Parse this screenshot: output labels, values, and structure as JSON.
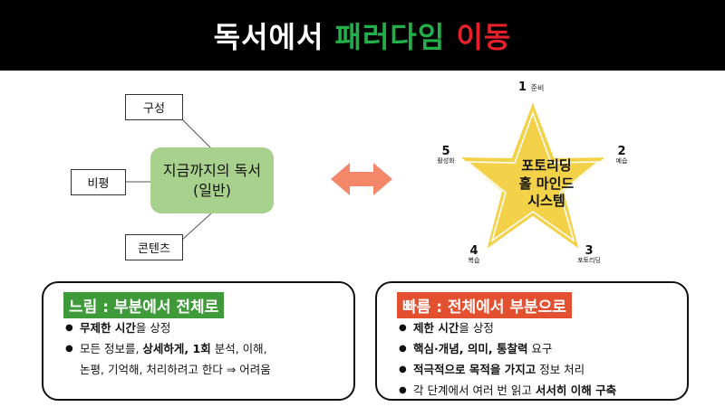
{
  "header": {
    "title_part1": "독서에서",
    "title_part2": "패러다임",
    "title_part3": "이동",
    "colors": {
      "background": "#000000",
      "part1": "#ffffff",
      "part2": "#22b04a",
      "part3": "#e8202a"
    }
  },
  "left_diagram": {
    "center_line1": "지금까지의 독서",
    "center_line2": "(일반)",
    "nodes": [
      "구성",
      "비평",
      "콘텐츠"
    ],
    "colors": {
      "center": "#a9d18e"
    }
  },
  "arrow": {
    "color": "#f4876a"
  },
  "star_diagram": {
    "center_line1": "포토리딩",
    "center_line2": "홀 마인드",
    "center_line3": "시스템",
    "points": [
      {
        "num": "1",
        "label": "준비"
      },
      {
        "num": "2",
        "label": "예습"
      },
      {
        "num": "3",
        "label": "포토리딩"
      },
      {
        "num": "4",
        "label": "복습"
      },
      {
        "num": "5",
        "label": "활성화"
      }
    ],
    "colors": {
      "star": "#f3d24a",
      "border": "#ffffff"
    }
  },
  "left_panel": {
    "heading": "느림 : 부분에서 전체로",
    "b1_bold": "무제한 시간",
    "b1_rest": "을 상정",
    "b2_a": "모든 정보를, ",
    "b2_bold": "상세하게, 1회",
    "b2_rest": " 분석, 이해,",
    "b2_line2": "논평, 기억해, 처리하려고 한다 ⇒ 어려움",
    "colors": {
      "heading_bg": "#3f9b3a"
    }
  },
  "right_panel": {
    "heading": "빠름 : 전체에서 부분으로",
    "b1_bold": "제한 시간",
    "b1_rest": "을 상정",
    "b2_bold": "핵심·개념, 의미, 통찰력",
    "b2_rest": " 요구",
    "b3_bold": "적극적으로 목적을 가지고",
    "b3_rest": " 정보 처리",
    "b4_a": "각 단계에서 여러 번 읽고 ",
    "b4_bold": "서서히 이해 구축",
    "colors": {
      "heading_bg": "#e2502f"
    }
  }
}
